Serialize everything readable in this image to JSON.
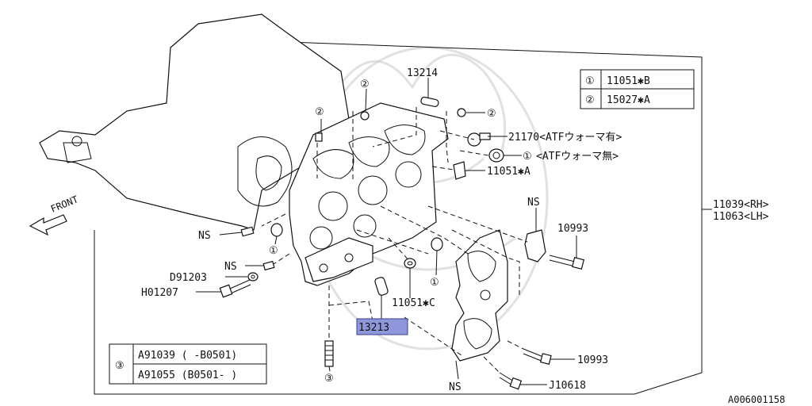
{
  "legend": {
    "circle1": "①",
    "circle2": "②",
    "item1": "11051✱B",
    "item2": "15027✱A"
  },
  "legend_bottom": {
    "circle": "③",
    "row1": "A91039 ( -B0501)",
    "row2": "A91055 (B0501- )"
  },
  "labels": {
    "p13214": "13214",
    "p21170": "21170<ATFウォーマ有>",
    "p1_atf": "<ATFウォーマ無>",
    "p11051a": "11051✱A",
    "p11039": "11039<RH>",
    "p11063": "11063<LH>",
    "ns_top": "NS",
    "ns_left": "NS",
    "ns_mid": "NS",
    "ns_bottom": "NS",
    "p10993_top": "10993",
    "p10993_bottom": "10993",
    "pD91203": "D91203",
    "pH01207": "H01207",
    "p11051c": "11051✱C",
    "p13213": "13213",
    "pJ10618": "J10618",
    "front": "FRONT",
    "circle2_a": "②",
    "circle2_b": "②",
    "circle2_c": "②",
    "circle1_a": "①",
    "circle1_b": "①",
    "circle1_c": "①",
    "circle3_a": "③",
    "diagram_id": "A006001158"
  },
  "colors": {
    "highlight": "#8f96d9",
    "line": "#111111",
    "watermark": "#c9c9c9"
  }
}
